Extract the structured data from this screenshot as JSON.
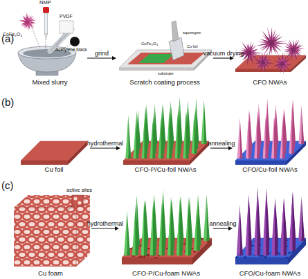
{
  "diagram": {
    "nodes": [
      {
        "text": [
          "Mixed slurry"
        ]
      },
      {
        "text": [
          "Scratch coating process"
        ]
      },
      {
        "text": [
          "CFO NWAs"
        ]
      },
      {
        "text": [
          "Cu foil"
        ]
      },
      {
        "text": [
          "CFO-P/Cu-foil NWAs"
        ]
      },
      {
        "text": [
          "CFO/Cu-foil NWAs"
        ]
      },
      {
        "text": [
          "Cu foam"
        ]
      },
      {
        "text": [
          "CFO-P/Cu-foam NWAs"
        ]
      },
      {
        "text": [
          "CFO/Cu-foam NWAs"
        ]
      }
    ],
    "edges": [
      {
        "from": 0,
        "to": 1,
        "arrow": "to",
        "label": "grind"
      },
      {
        "from": 1,
        "to": 2,
        "arrow": "to",
        "label": "vacuum drying"
      },
      {
        "from": 3,
        "to": 4,
        "arrow": "to",
        "label": "hydrothermal"
      },
      {
        "from": 4,
        "to": 5,
        "arrow": "to",
        "label": "annealing"
      },
      {
        "from": 6,
        "to": 7,
        "arrow": "to",
        "label": "hydrothermal"
      },
      {
        "from": 7,
        "to": 8,
        "arrow": "to",
        "label": "annealing"
      }
    ],
    "labels": [
      "(a)",
      "NMP",
      "CoFe₂O₄",
      "PVDF",
      "Acetylene black",
      "squeegee",
      "CoFe₂O₄",
      "Cu foil",
      "substrate",
      "(b)",
      "(c)",
      "active sites"
    ]
  }
}
